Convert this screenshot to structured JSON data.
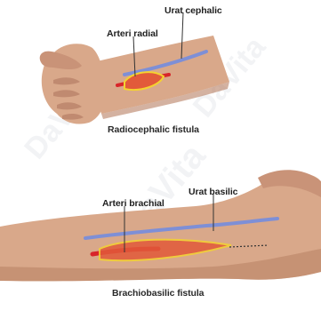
{
  "top_panel": {
    "vein_label": "Urat cephalic",
    "artery_label": "Arteri radial",
    "caption": "Radiocephalic fistula"
  },
  "bottom_panel": {
    "vein_label": "Urat basilic",
    "artery_label": "Arteri brachial",
    "caption": "Brachiobasilic fistula"
  },
  "watermark": "DaVita",
  "colors": {
    "skin": "#d9a88a",
    "skin_shadow": "#b77f63",
    "vein": "#7e8fd6",
    "artery": "#d8252a",
    "highlight": "#f4d230",
    "leader_line": "#333333"
  }
}
